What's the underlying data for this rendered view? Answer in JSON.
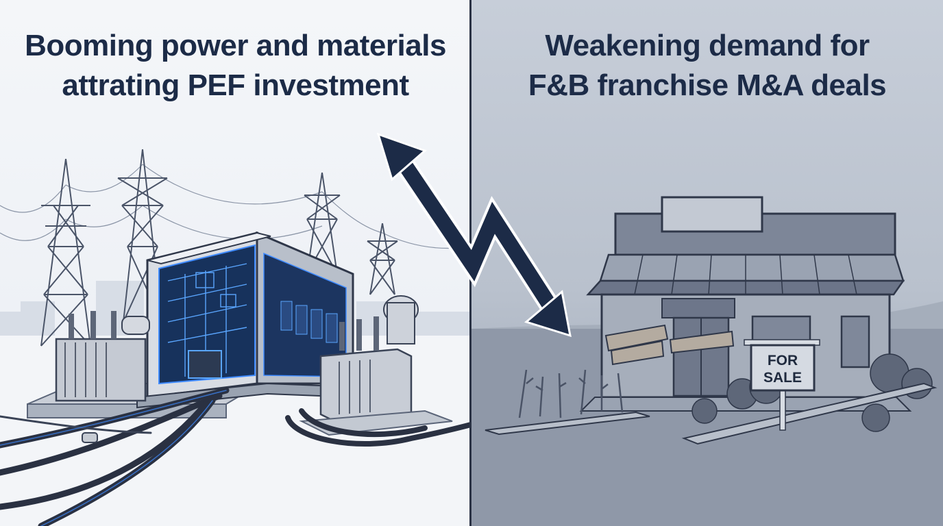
{
  "left_panel": {
    "headline_line1": "Booming power and materials",
    "headline_line2": "attrating PEF investment"
  },
  "right_panel": {
    "headline_line1": "Weakening demand for",
    "headline_line2": "F&B franchise M&A deals",
    "sign_line1": "FOR",
    "sign_line2": "SALE"
  },
  "colors": {
    "headline": "#1c2b47",
    "arrow": "#1c2b47",
    "glow": "#3f8bff",
    "left_bg": "#f1f3f7",
    "right_bg": "#b9c1cd"
  },
  "icons": [
    "transmission-tower-icon",
    "transformer-icon",
    "trend-arrow-icon",
    "for-sale-sign-icon"
  ]
}
